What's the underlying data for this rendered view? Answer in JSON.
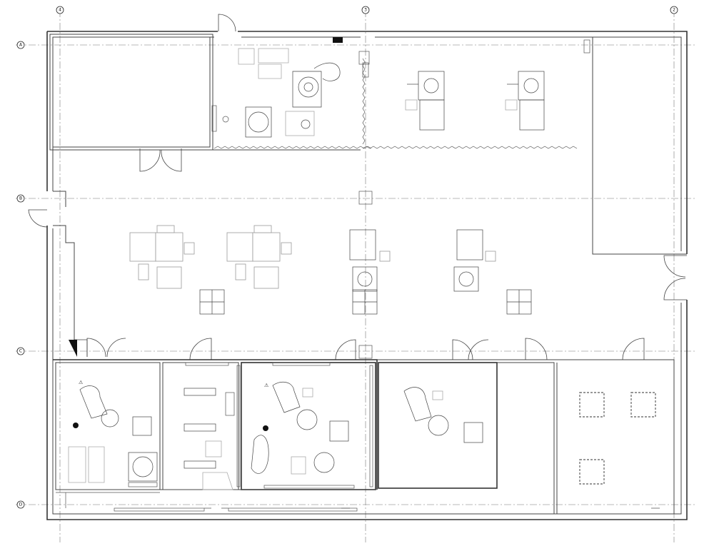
{
  "drawing": {
    "grid_columns": [
      "4",
      "3",
      "2"
    ],
    "grid_rows": [
      "A",
      "B",
      "C",
      "D"
    ],
    "line_color": "#333333",
    "background_color": "#ffffff"
  },
  "symbols": {
    "warning_mark": "⚠"
  }
}
